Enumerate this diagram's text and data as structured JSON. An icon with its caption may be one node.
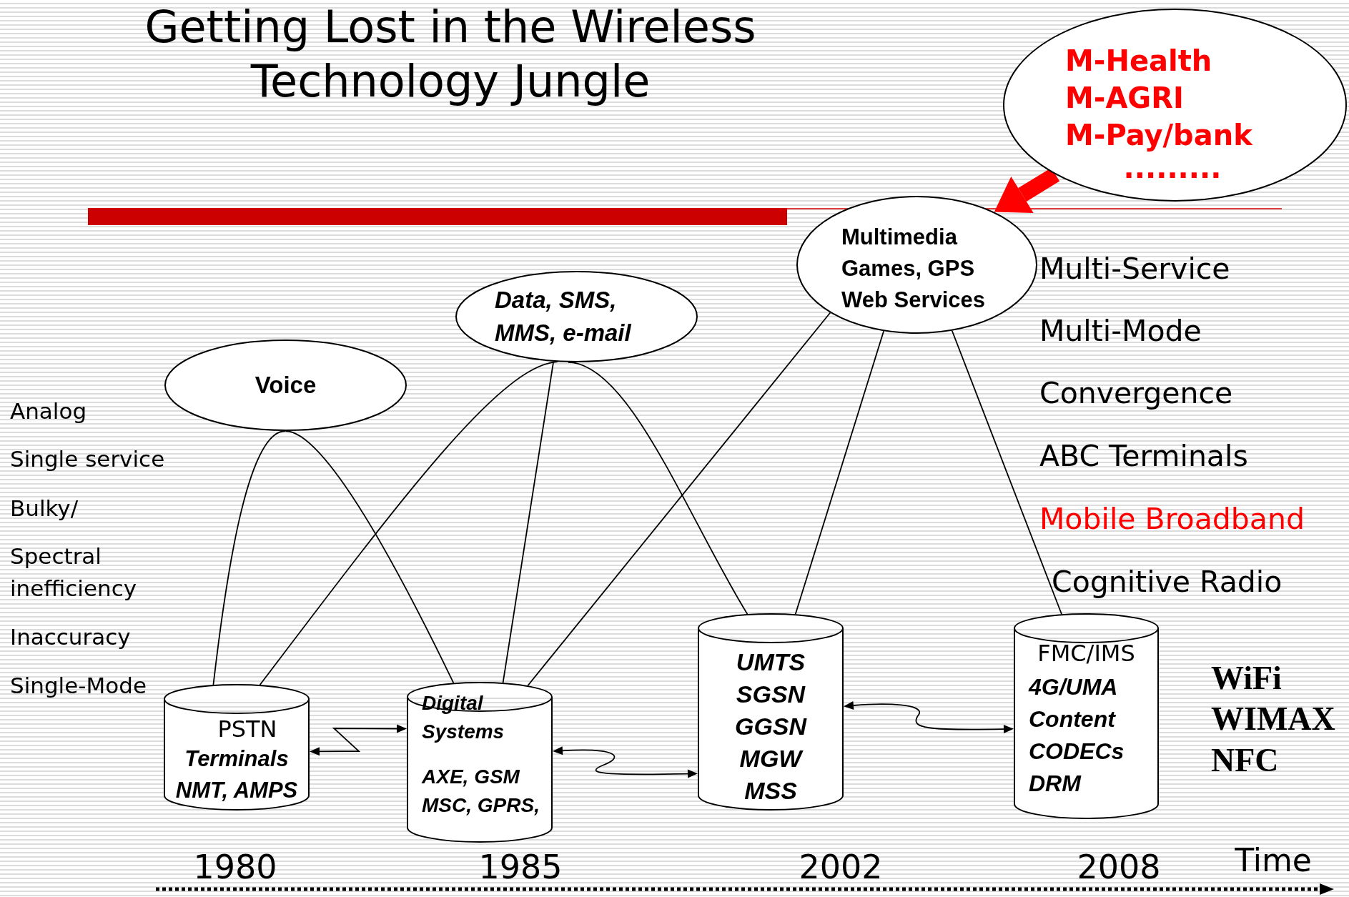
{
  "diagram": {
    "title": "Getting Lost in the Wireless Technology Jungle",
    "nodes": [
      {
        "text": [
          "M-Health",
          "M-AGRI",
          "M-Pay/bank",
          "........."
        ]
      },
      {
        "text": [
          "Multimedia Games, GPS Web Services"
        ]
      },
      {
        "text": [
          "Data, SMS, MMS, e-mail"
        ]
      },
      {
        "text": [
          "Voice"
        ]
      },
      {
        "text": [
          "PSTN",
          "Terminals NMT, AMPS"
        ]
      },
      {
        "text": [
          "Digital Systems",
          "AXE, GSM MSC, GPRS,"
        ]
      },
      {
        "text": [
          "UMTS SGSN GGSN MGW MSS"
        ]
      },
      {
        "text": [
          "FMC/IMS",
          "4G/UMA Content CODECs DRM"
        ]
      }
    ],
    "edges": [
      {
        "from": 3,
        "to": 4,
        "arrow": "none"
      },
      {
        "from": 3,
        "to": 5,
        "arrow": "none"
      },
      {
        "from": 2,
        "to": 4,
        "arrow": "none"
      },
      {
        "from": 2,
        "to": 5,
        "arrow": "none"
      },
      {
        "from": 2,
        "to": 6,
        "arrow": "none"
      },
      {
        "from": 1,
        "to": 5,
        "arrow": "none"
      },
      {
        "from": 1,
        "to": 6,
        "arrow": "none"
      },
      {
        "from": 1,
        "to": 7,
        "arrow": "none"
      },
      {
        "from": 4,
        "to": 5,
        "arrow": "both"
      },
      {
        "from": 5,
        "to": 6,
        "arrow": "both"
      },
      {
        "from": 6,
        "to": 7,
        "arrow": "both"
      },
      {
        "from": 0,
        "to": 1,
        "arrow": "to",
        "style": "thick",
        "color": "#ff0000"
      }
    ],
    "labels": [
      "Analog",
      "Single service",
      "Bulky/",
      "Spectral inefficiency",
      "Inaccuracy",
      "Single-Mode",
      "Multi-Service",
      "Multi-Mode",
      "Convergence",
      "ABC Terminals",
      "Mobile Broadband",
      "Cognitive Radio",
      "WiFi",
      "WIMAX",
      "NFC",
      "1980",
      "1985",
      "2002",
      "2008",
      "Time"
    ]
  }
}
